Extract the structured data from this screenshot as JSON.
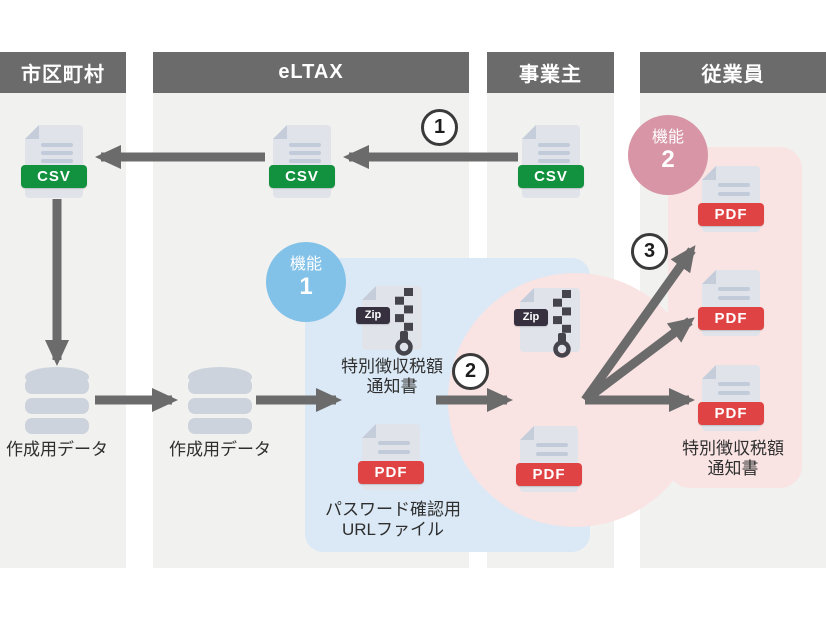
{
  "diagram_title": "eLTAX special-collection tax notice flow",
  "columns": [
    {
      "id": "municipality",
      "label": "市区町村"
    },
    {
      "id": "eltax",
      "label": "eLTAX"
    },
    {
      "id": "employer",
      "label": "事業主"
    },
    {
      "id": "employee",
      "label": "従業員"
    }
  ],
  "features": [
    {
      "title": "機能",
      "number": "1"
    },
    {
      "title": "機能",
      "number": "2"
    }
  ],
  "steps": [
    {
      "number": "1"
    },
    {
      "number": "2"
    },
    {
      "number": "3"
    }
  ],
  "files": {
    "csv": "CSV",
    "pdf": "PDF",
    "zip": "Zip"
  },
  "labels": {
    "creation_data_municipality": "作成用データ",
    "creation_data_eltax": "作成用データ",
    "eltax_notice_line1": "特別徴収税額",
    "eltax_notice_line2": "通知書",
    "password_line1": "パスワード確認用",
    "password_line2": "URLファイル",
    "employee_notice_line1": "特別徴収税額",
    "employee_notice_line2": "通知書"
  },
  "colors": {
    "header_bg": "#6b6b6b",
    "col_bg": "#f1f1f0",
    "blue_light": "#dbe9f6",
    "blue_accent": "#82c1e8",
    "pink_light": "#f9e3e3",
    "pink_accent": "#d795a6",
    "green": "#12913e",
    "red": "#e04343",
    "zip_dark": "#37313f",
    "doc": "#e0e3ea",
    "doc_fold": "#c6cdda",
    "doc_line": "#c2cbd9",
    "db": "#cdd3dd",
    "arrow": "#6b6b6b",
    "text": "#2f2f2f"
  }
}
